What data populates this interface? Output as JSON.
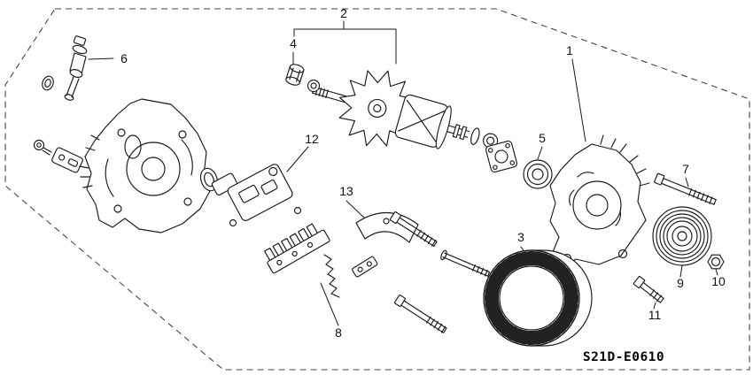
{
  "figure": {
    "code": "S21D-E0610"
  },
  "callouts": [
    {
      "label": "1"
    },
    {
      "label": "2"
    },
    {
      "label": "3"
    },
    {
      "label": "4"
    },
    {
      "label": "5"
    },
    {
      "label": "6"
    },
    {
      "label": "7"
    },
    {
      "label": "8"
    },
    {
      "label": "9"
    },
    {
      "label": "10"
    },
    {
      "label": "11"
    },
    {
      "label": "12"
    },
    {
      "label": "13"
    }
  ],
  "colors": {
    "background": "#ffffff",
    "line": "#1a1a1a"
  }
}
